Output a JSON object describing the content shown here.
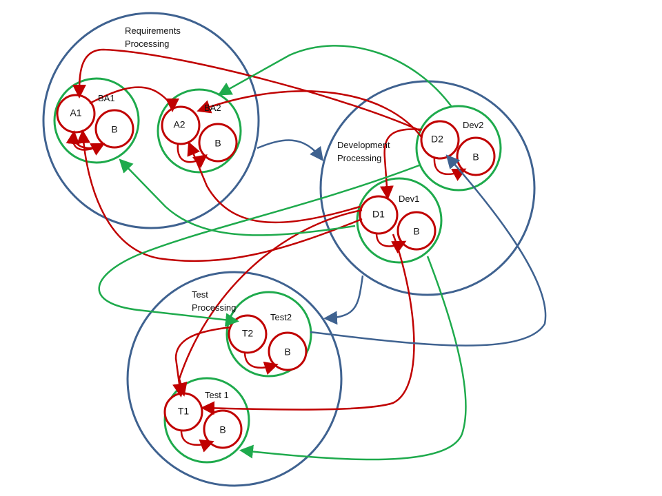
{
  "processes": [
    {
      "line1": "Requirements",
      "line2": "Processing"
    },
    {
      "line1": "Development",
      "line2": "Processing"
    },
    {
      "line1": "Test",
      "line2": "Processing"
    }
  ],
  "groups": [
    "BA1",
    "BA2",
    "Dev2",
    "Dev1",
    "Test2",
    "Test 1"
  ],
  "nodes": [
    "A1",
    "B",
    "A2",
    "B",
    "D2",
    "B",
    "D1",
    "B",
    "T2",
    "B",
    "T1",
    "B"
  ],
  "colors": {
    "process": "#3f6290",
    "group": "#1eaa4c",
    "node": "#c00000"
  }
}
